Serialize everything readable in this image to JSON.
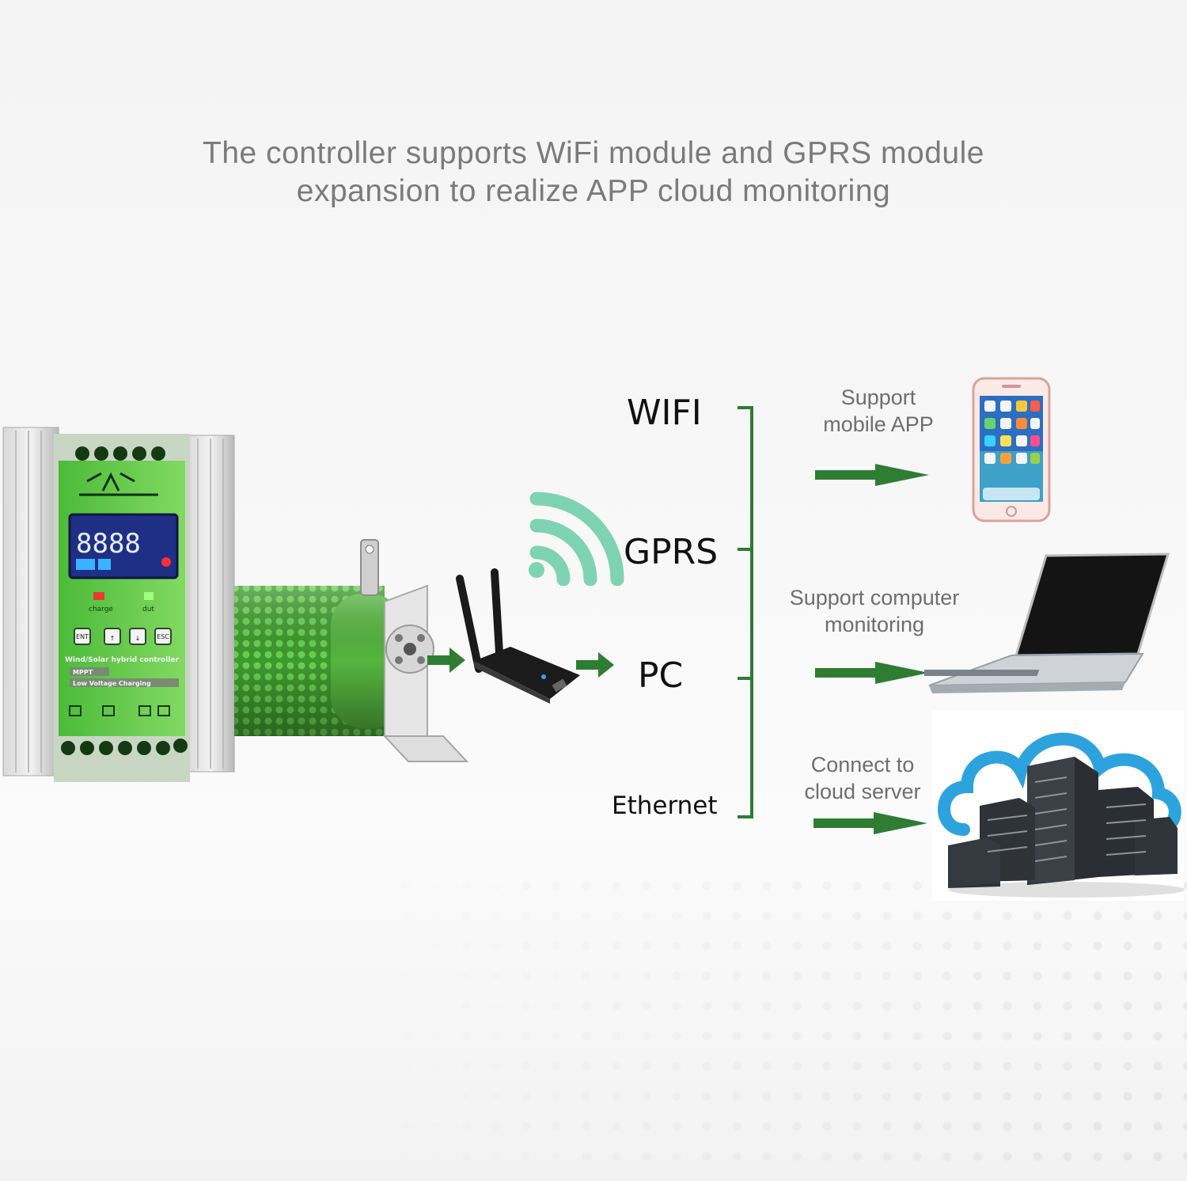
{
  "headline": {
    "line1": "The controller supports WiFi module and GPRS module",
    "line2": "expansion to realize APP cloud monitoring"
  },
  "connection_types": [
    "WIFI",
    "GPRS",
    "PC",
    "Ethernet"
  ],
  "outputs": [
    {
      "line1": "Support",
      "line2": "mobile APP",
      "icon": "smartphone-icon"
    },
    {
      "line1": "Support computer",
      "line2": "monitoring",
      "icon": "laptop-icon"
    },
    {
      "line1": "Connect to",
      "line2": "cloud server",
      "icon": "cloud-server-icon"
    }
  ],
  "controller": {
    "display": "8888",
    "panel_lines": [
      "Wind/Solar hybrid controller",
      "MPPT",
      "Low Voltage Charging"
    ],
    "led_labels": [
      "charge",
      "dut"
    ],
    "button_labels": [
      "ENT",
      "↑",
      "↓",
      "ESC"
    ]
  },
  "colors": {
    "accent_green": "#2e7d32",
    "device_green": "#63c94a",
    "wifi_symbol": "#7fd3b5",
    "headline_gray": "#7b7b7b"
  }
}
